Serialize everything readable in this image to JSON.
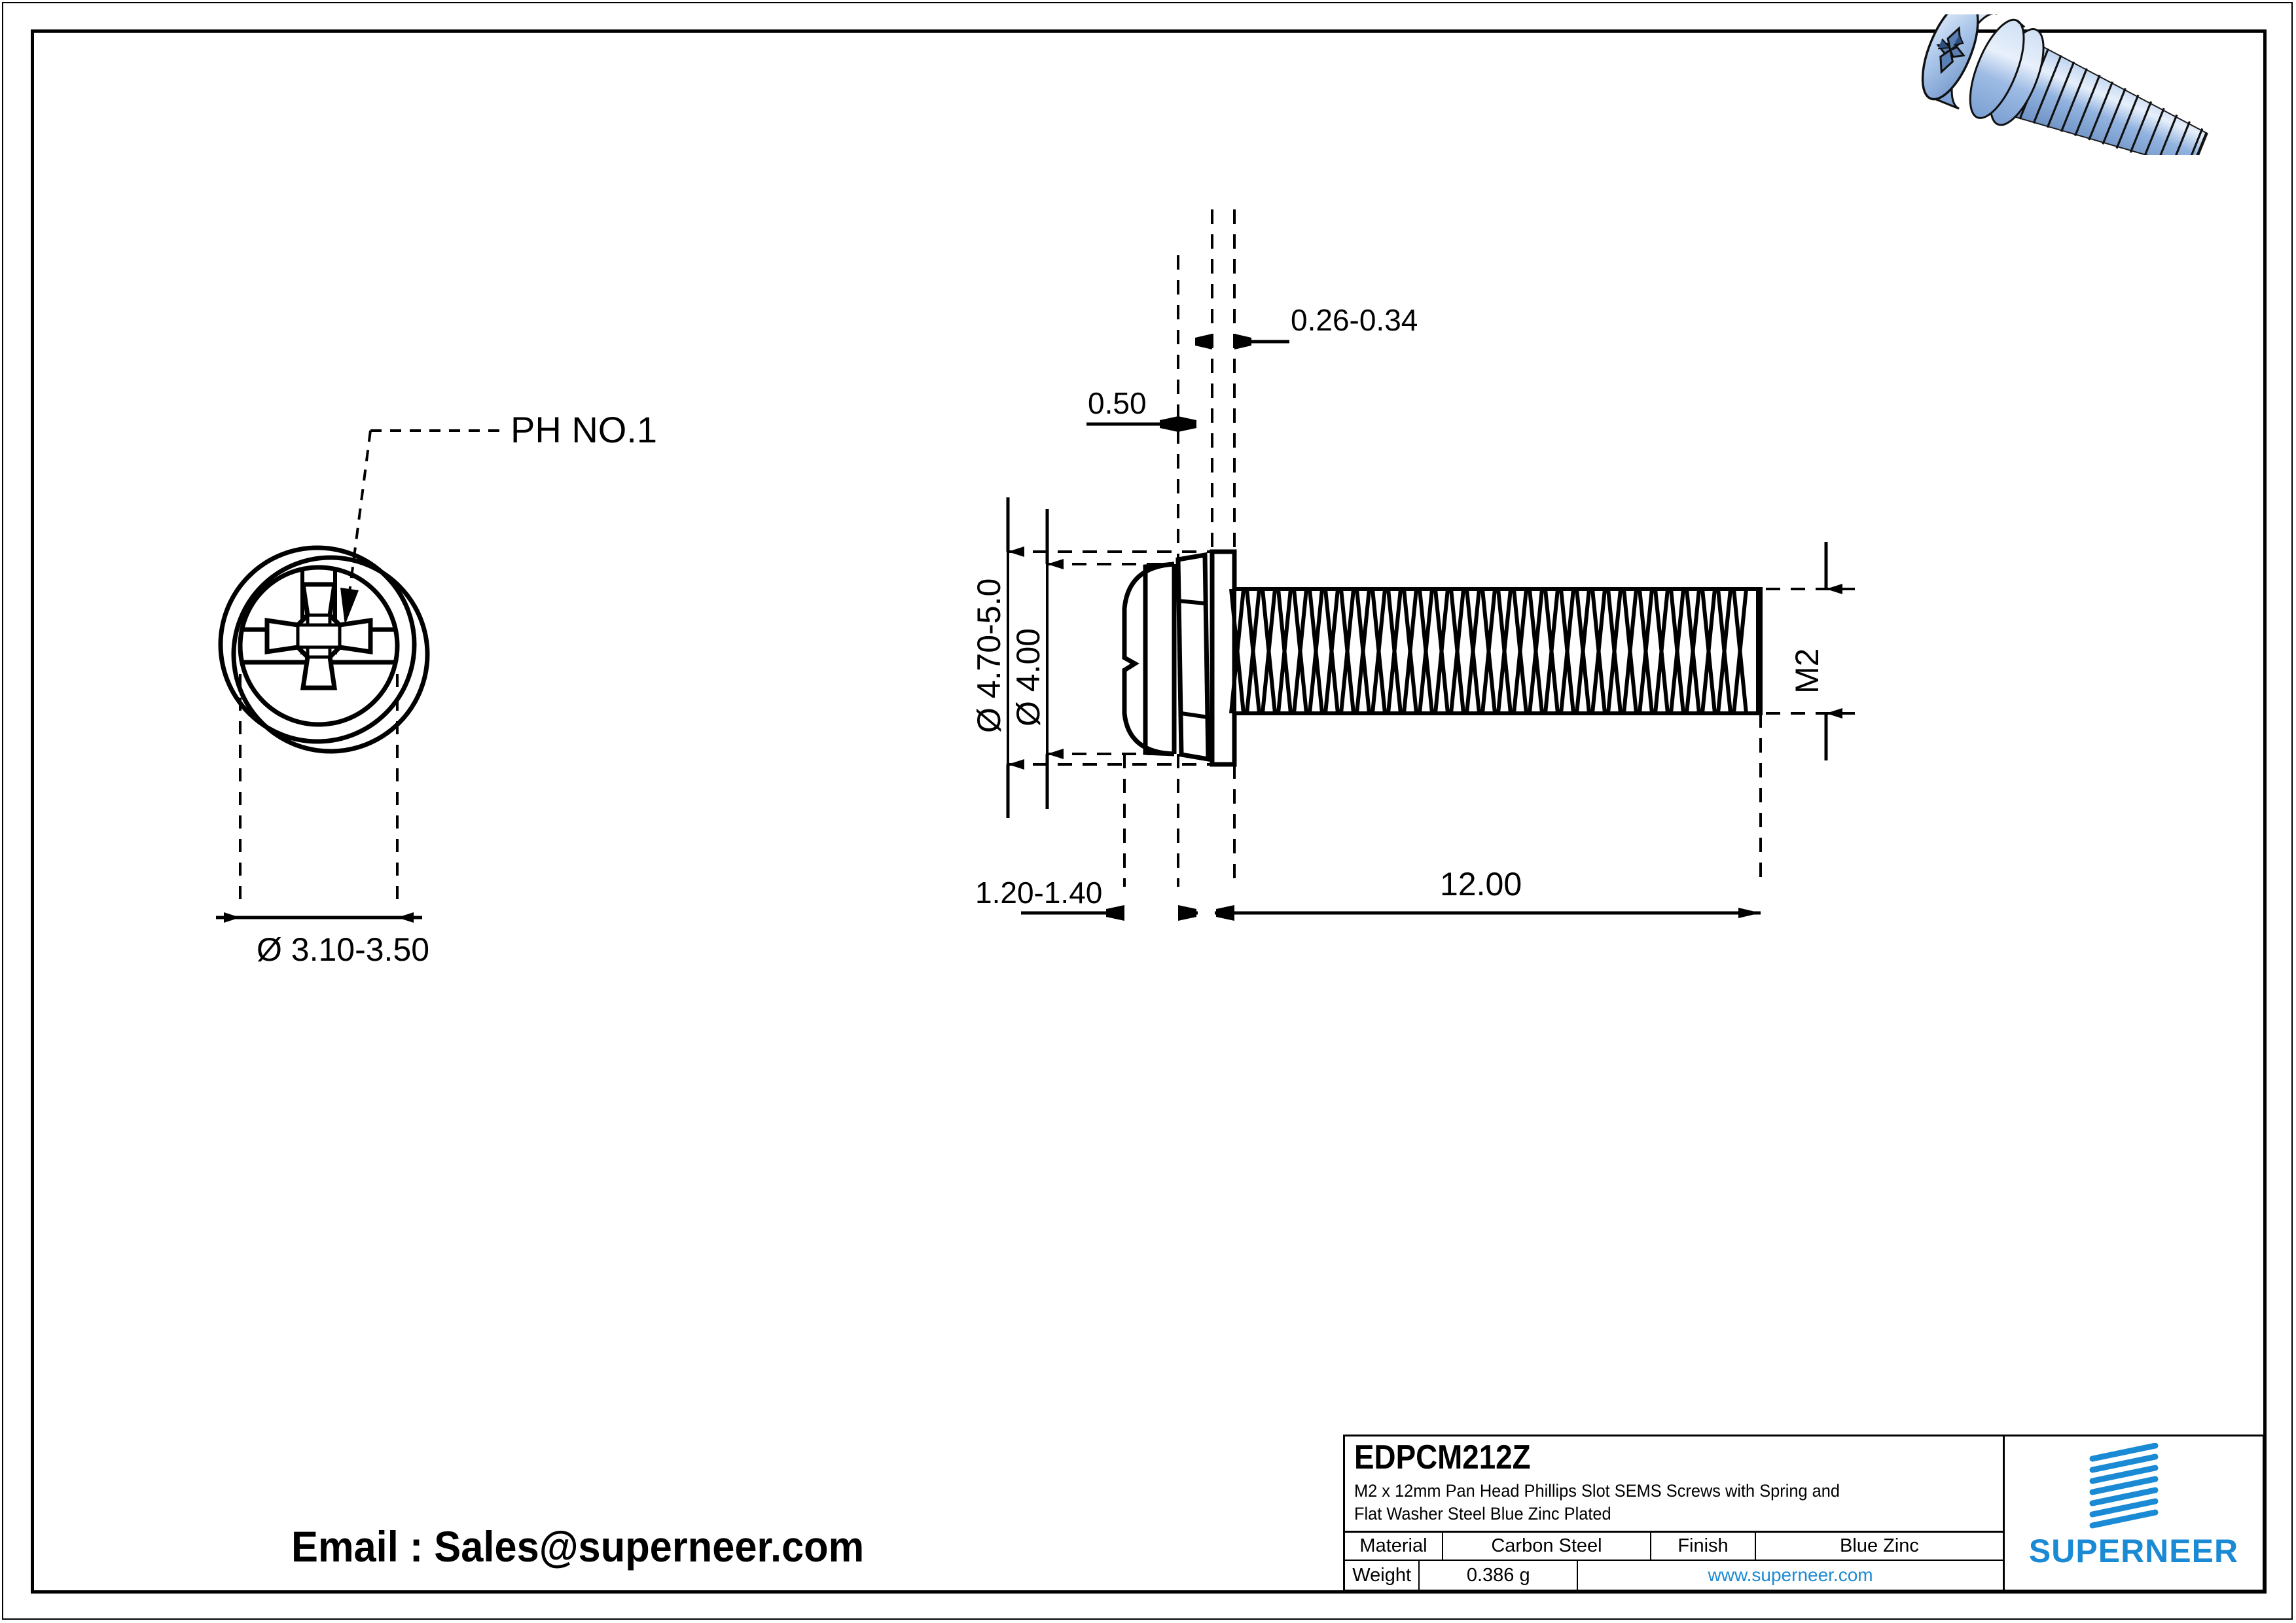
{
  "sheet": {
    "email_line": "Email : Sales@superneer.com"
  },
  "views": {
    "top_view": {
      "name": "phillips-head-top-view",
      "callout_label": "PH NO.1",
      "diameter_dimension": "Ø 3.10-3.50"
    },
    "side_view": {
      "name": "screw-side-view",
      "dimensions": {
        "washer_thickness": "0.26-0.34",
        "spring_washer_thickness": "0.50",
        "head_diameter_outer": "Ø 4.70-5.0",
        "head_diameter_inner": "Ø 4.00",
        "head_height": "1.20-1.40",
        "thread_length": "12.00",
        "thread_size": "M2"
      }
    }
  },
  "title_block": {
    "part_number": "EDPCM212Z",
    "description_line1": "M2 x 12mm Pan Head Phillips Slot SEMS Screws with Spring and",
    "description_line2": "Flat Washer Steel Blue Zinc Plated",
    "material_label": "Material",
    "material_value": "Carbon Steel",
    "finish_label": "Finish",
    "finish_value": "Blue Zinc",
    "weight_label": "Weight",
    "weight_value": "0.386 g",
    "website": "www.superneer.com",
    "brand": "SUPERNEER",
    "brand_color": "#1b8ad4"
  },
  "render": {
    "name": "screw-3d-render",
    "body_color": "#a9c4e8",
    "highlight_color": "#d7e4f5",
    "shadow_color": "#6f93c6"
  }
}
